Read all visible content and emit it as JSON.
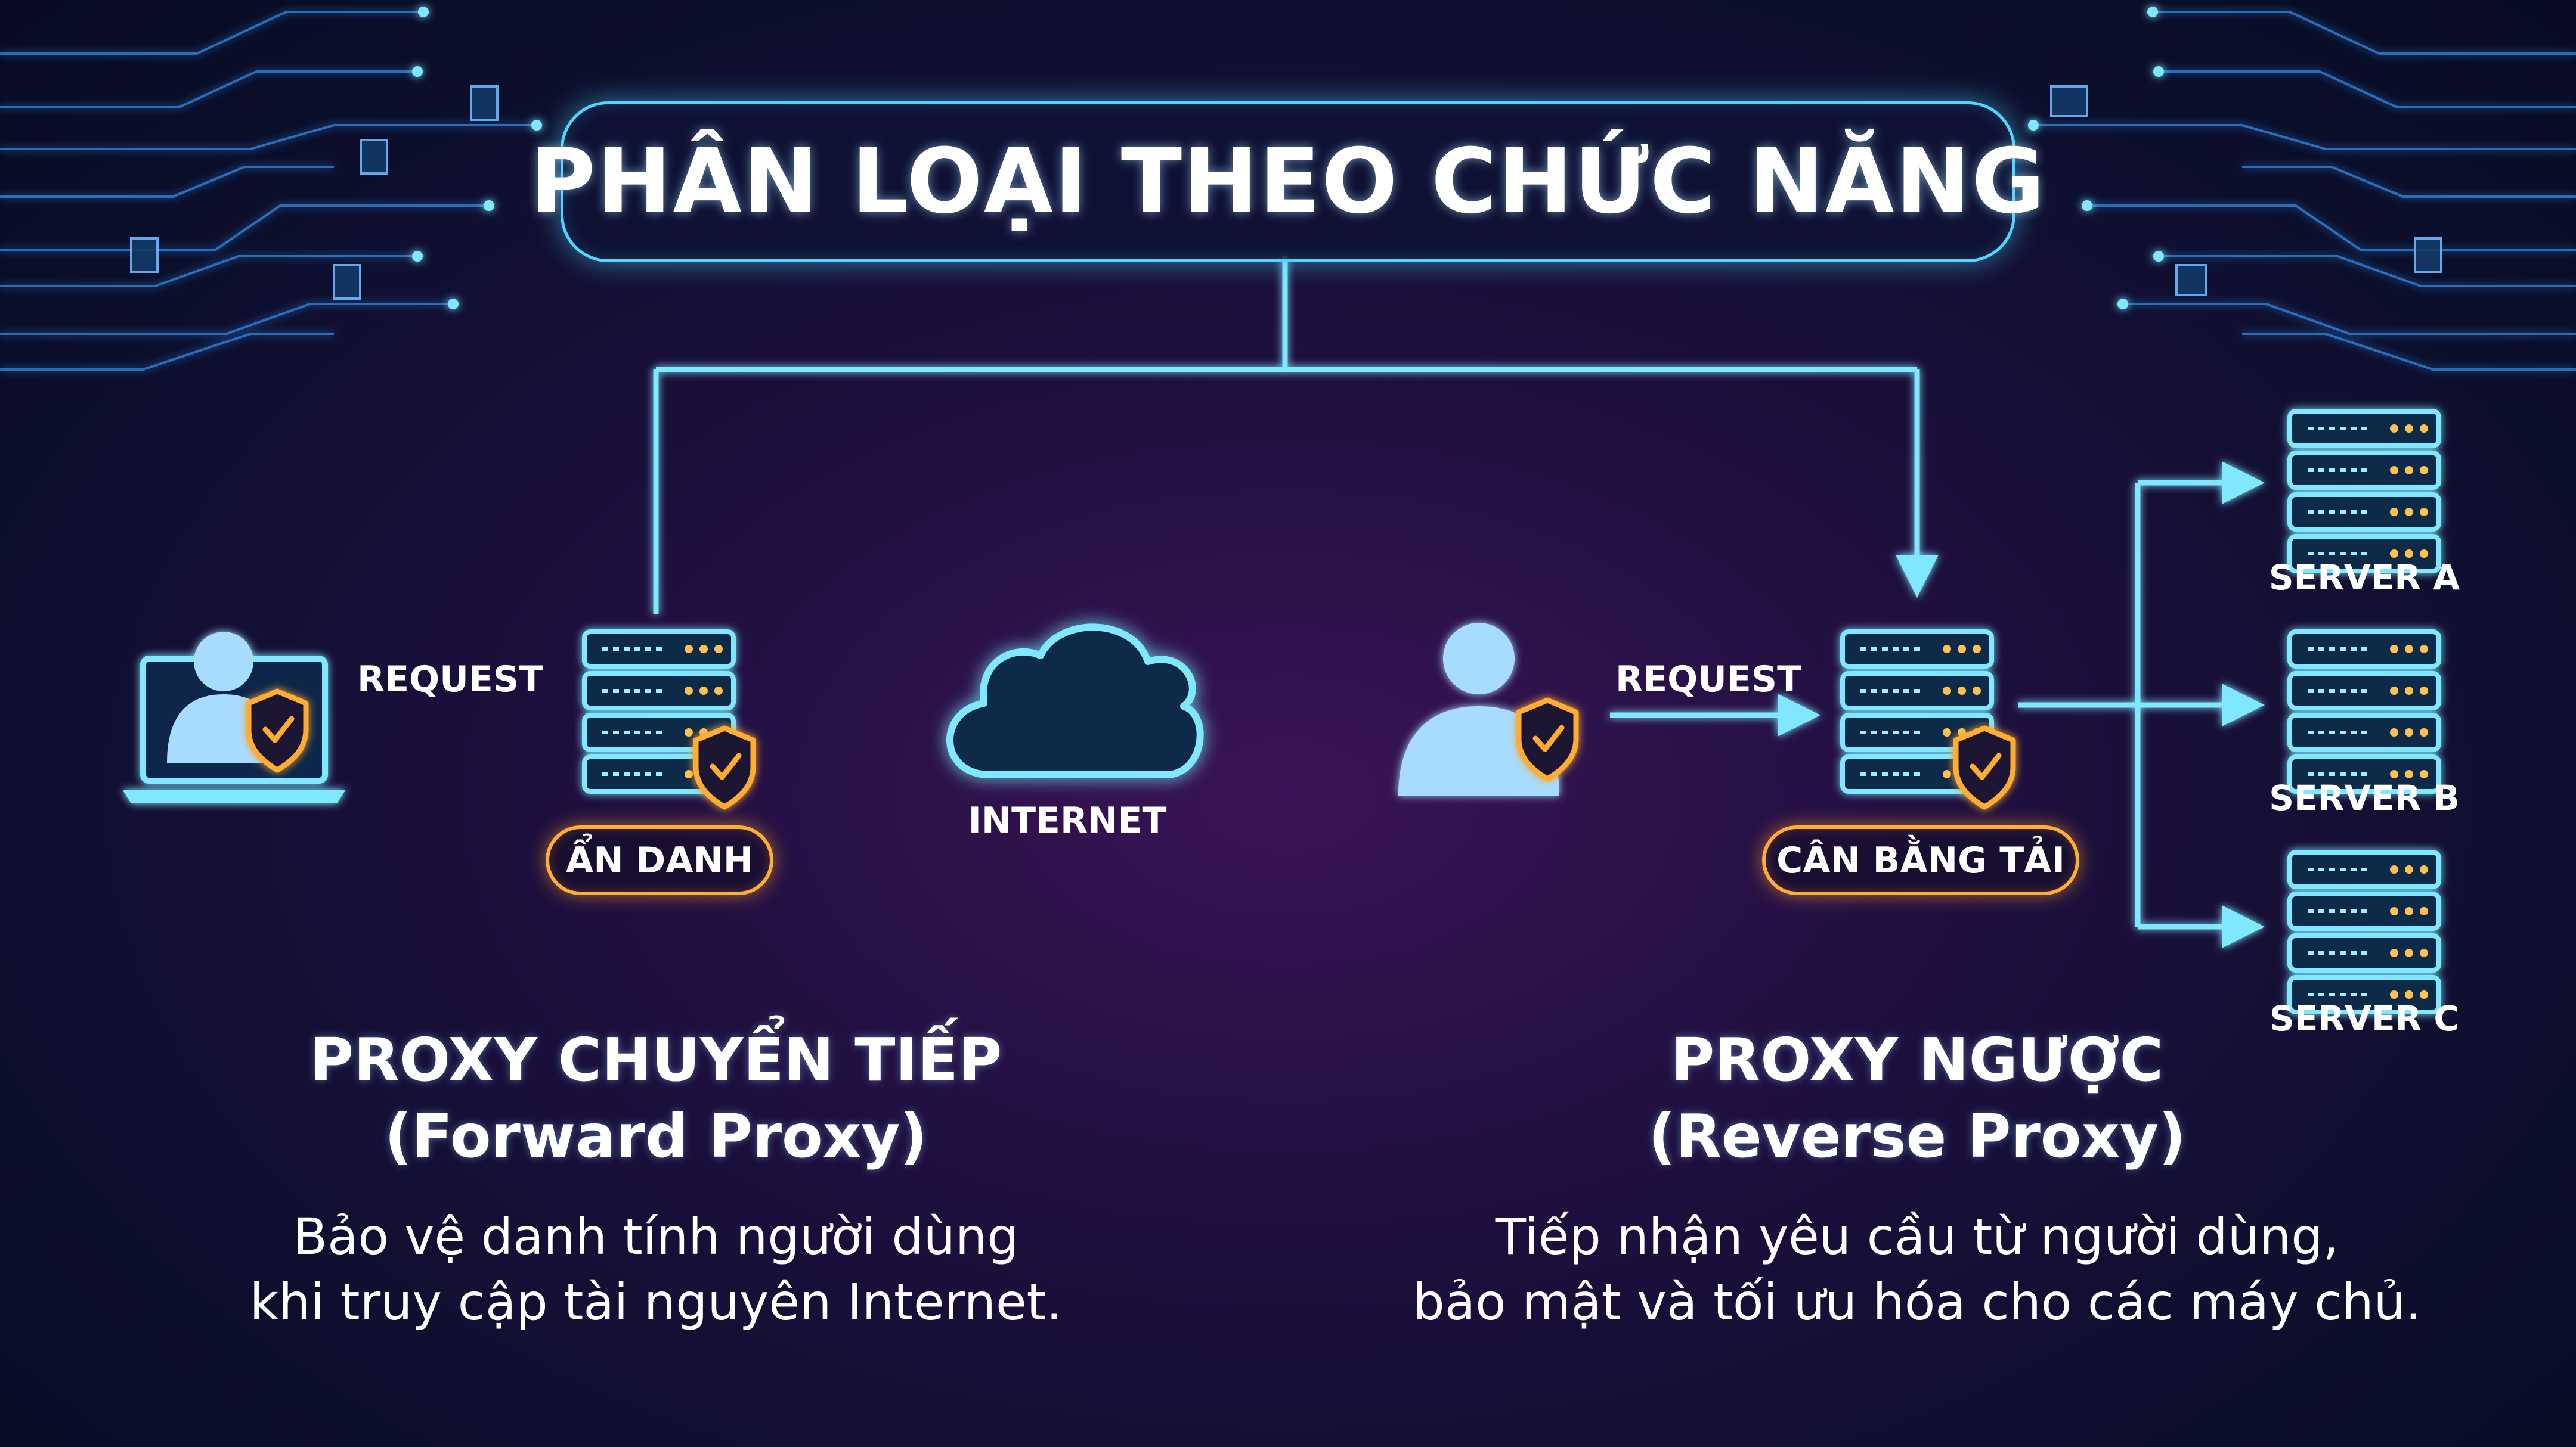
{
  "title": "PHÂN LOẠI THEO CHỨC NĂNG",
  "colors": {
    "accent": "#4fd6ff",
    "warning": "#ffad33",
    "background": "#120c32"
  },
  "forward": {
    "request_label": "REQUEST",
    "badge": "ẨN DANH",
    "internet_label": "INTERNET",
    "heading": "PROXY CHUYỂN TIẾP",
    "subheading": "(Forward Proxy)",
    "desc_line1": "Bảo vệ danh tính người dùng",
    "desc_line2": "khi truy cập tài nguyên Internet."
  },
  "reverse": {
    "request_label": "REQUEST",
    "badge": "CÂN BẰNG TẢI",
    "servers": [
      "SERVER A",
      "SERVER B",
      "SERVER C"
    ],
    "heading": "PROXY NGƯỢC",
    "subheading": "(Reverse Proxy)",
    "desc_line1": "Tiếp nhận yêu cầu từ người dùng,",
    "desc_line2": "bảo mật và tối ưu hóa cho các máy chủ."
  },
  "icons": [
    "laptop-user-icon",
    "shield-check-icon",
    "server-rack-icon",
    "cloud-icon",
    "user-icon",
    "document-icon"
  ]
}
